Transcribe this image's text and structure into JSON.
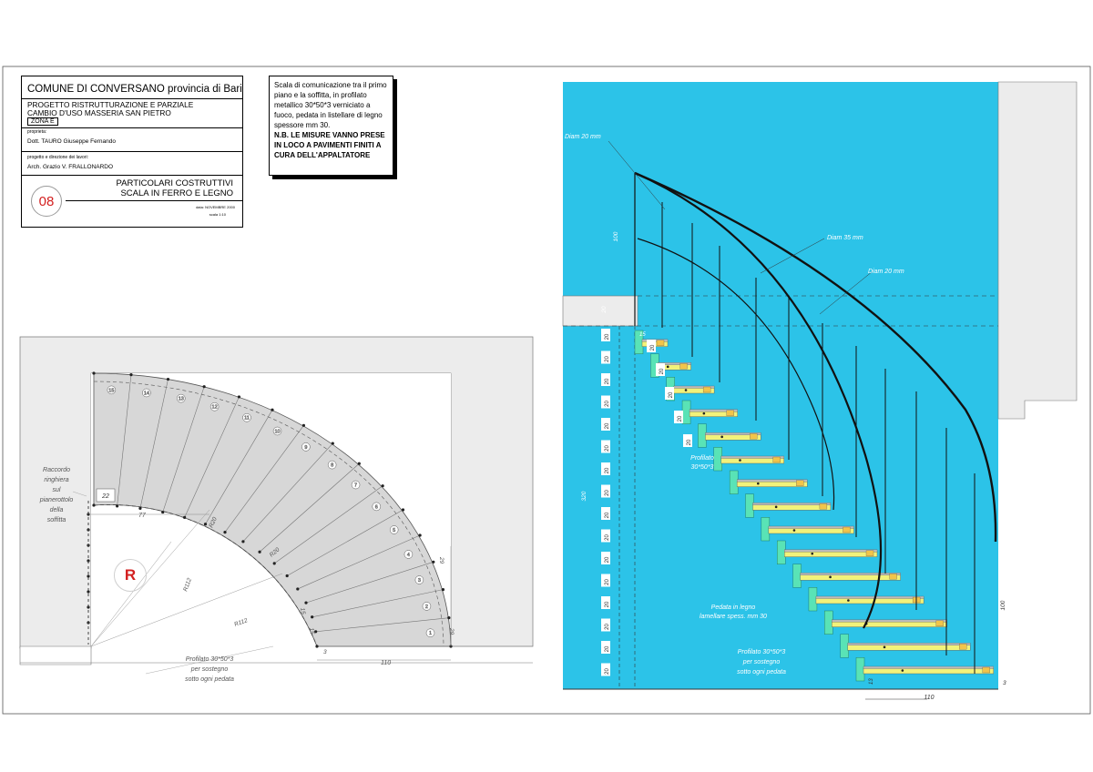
{
  "title_block": {
    "comune": "COMUNE DI CONVERSANO provincia di Bari",
    "project": "PROGETTO RISTRUTTURAZIONE E PARZIALE CAMBIO D'USO MASSERIA SAN PIETRO",
    "zone": "ZONA E",
    "owner_label": "proprieta:",
    "owner": "Dott. TAURO Giuseppe Fernando",
    "director_label": "progetto e direzione dei lavori:",
    "director": "Arch. Grazio V. FRALLONARDO",
    "sheet_number": "08",
    "sheet_title_1": "PARTICOLARI COSTRUTTIVI",
    "sheet_title_2": "SCALA IN FERRO E LEGNO",
    "date": "data: NOVEMBRE 2000",
    "scale": "scala 1:10"
  },
  "note": {
    "text": "Scala di comunicazione tra il primo piano e la soffitta, in profilato metallico 30*50*3 verniciato a fuoco, pedata in listellare di legno spessore mm 30.",
    "warning": "N.B. LE MISURE VANNO PRESE IN LOCO A PAVIMENTI FINITI A CURA DELL'APPALTATORE"
  },
  "plan": {
    "badge": "R",
    "left_label": [
      "Raccordo",
      "ringhiera",
      "sul",
      "pianerottolo",
      "della",
      "soffitta"
    ],
    "bottom_label": [
      "Profilato 30*50*3",
      "per sostegno",
      "sotto ogni pedata"
    ],
    "dim_77": "77",
    "dim_110": "110",
    "dim_r112a": "R112",
    "dim_r112b": "R112",
    "dim_r20a": "R20",
    "dim_r20b": "R20",
    "dim_29a": "29",
    "dim_29b": "29",
    "dim_3": "3",
    "dim_15a": "15",
    "dim_15b": "15",
    "dim_22": "22",
    "steps": [
      "1",
      "2",
      "3",
      "4",
      "5",
      "6",
      "7",
      "8",
      "9",
      "10",
      "11",
      "12",
      "13",
      "14",
      "15"
    ]
  },
  "section": {
    "diam_20_top": "Diam 20 mm",
    "diam_35": "Diam 35 mm",
    "diam_20_right": "Diam 20 mm",
    "profilato": [
      "Profilato",
      "30*50*3"
    ],
    "pedata": [
      "Pedata in legno",
      "lamellare spess. mm 30"
    ],
    "profilato_bottom": [
      "Profilato 30*50*3",
      "per sostegno",
      "sotto ogni pedata"
    ],
    "dim_100_top": "100",
    "dim_100_right": "100",
    "dim_320": "320",
    "dim_20": "20",
    "dim_15": "15",
    "dim_110": "110",
    "dim_3": "3",
    "dim_13": "13",
    "riser": "20"
  }
}
